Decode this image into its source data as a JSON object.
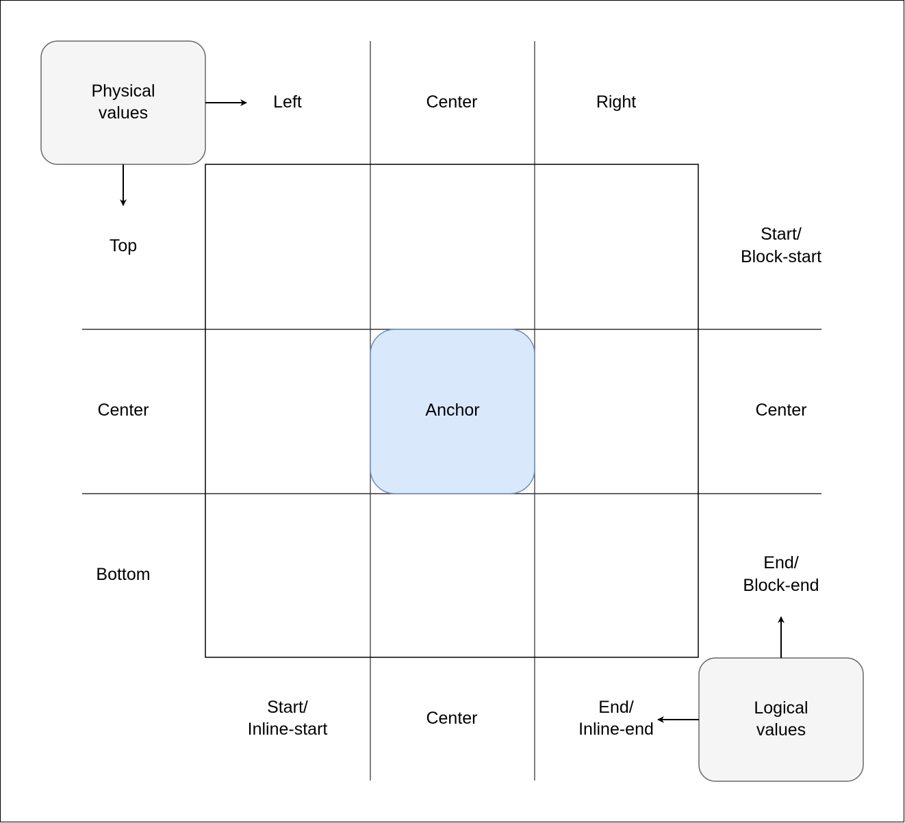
{
  "diagram": {
    "physical_box": {
      "lines": [
        "Physical",
        "values"
      ],
      "fill": "#f5f5f5",
      "stroke": "#666666"
    },
    "logical_box": {
      "lines": [
        "Logical",
        "values"
      ],
      "fill": "#f5f5f5",
      "stroke": "#666666"
    },
    "anchor": {
      "label": "Anchor",
      "fill": "#dae8fc",
      "stroke": "#6c8ebf"
    },
    "physical_columns": {
      "left": "Left",
      "center": "Center",
      "right": "Right"
    },
    "physical_rows": {
      "top": "Top",
      "center": "Center",
      "bottom": "Bottom"
    },
    "logical_rows": {
      "start": [
        "Start/",
        "Block-start"
      ],
      "center": "Center",
      "end": [
        "End/",
        "Block-end"
      ]
    },
    "logical_columns": {
      "start": [
        "Start/",
        "Inline-start"
      ],
      "center": "Center",
      "end": [
        "End/",
        "Inline-end"
      ]
    }
  }
}
